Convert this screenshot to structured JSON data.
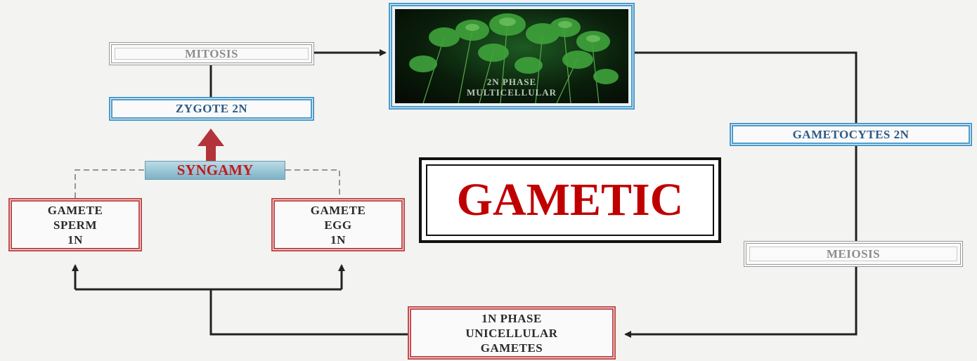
{
  "title": "GAMETIC",
  "nodes": {
    "mitosis": "MITOSIS",
    "zygote": "ZYGOTE 2N",
    "syngamy": "SYNGAMY",
    "gamete_sperm": [
      "GAMETE",
      "SPERM",
      "1N"
    ],
    "gamete_egg": [
      "GAMETE",
      "EGG",
      "1N"
    ],
    "gametocytes": "GAMETOCYTES 2N",
    "meiosis": "MEIOSIS",
    "unicellular": [
      "1N PHASE",
      "UNICELLULAR",
      "GAMETES"
    ],
    "photo_caption": [
      "2N PHASE",
      "MULTICELLULAR"
    ]
  },
  "colors": {
    "gray_border": "#9a9a9a",
    "blue_border": "#4a9acb",
    "red_border": "#c24a4a",
    "syngamy_text": "#c31a1a",
    "gametic_text": "#c00000",
    "arrow_red": "#b3333a"
  }
}
